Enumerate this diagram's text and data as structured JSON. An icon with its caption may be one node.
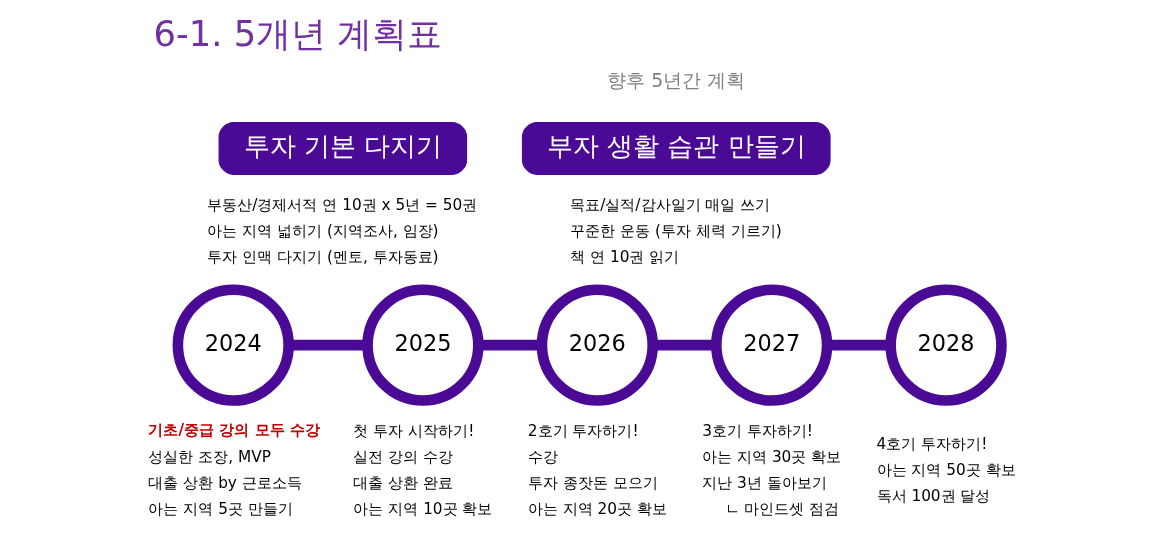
{
  "diagram": {
    "title": "6-1. 5개년 계획표",
    "nodes": [
      {
        "text": [
          "투자 기본 다지기"
        ],
        "beside": [
          "부동산/경제서적 연 10권 x 5년 = 50권",
          "아는 지역 넓히기 (지역조사, 임장)",
          "투자 인맥 다지기 (멘토, 투자동료)"
        ]
      },
      {
        "text": [
          "부자 생활 습관 만들기"
        ],
        "beside": [
          "목표/실적/감사일기 매일 쓰기",
          "꾸준한 운동 (투자 체력 기르기)",
          "책 연 10권 읽기"
        ]
      },
      {
        "text": [
          "2024"
        ],
        "beside": [
          "기초/중급 강의 모두 수강",
          "성실한 조장, MVP",
          "대출 상환 by 근로소득",
          "아는 지역 5곳 만들기"
        ]
      },
      {
        "text": [
          "2025"
        ],
        "beside": [
          "첫 투자 시작하기!",
          "실전 강의 수강",
          "대출 상환 완료",
          "아는 지역 10곳 확보"
        ]
      },
      {
        "text": [
          "2026"
        ],
        "beside": [
          "2호기 투자하기!",
          "수강",
          "투자 종잣돈 모으기",
          "아는 지역 20곳 확보"
        ]
      },
      {
        "text": [
          "2027"
        ],
        "beside": [
          "3호기 투자하기!",
          "아는 지역 30곳 확보",
          "지난 3년 돌아보기",
          "ㄴ 마인드셋 점검"
        ]
      },
      {
        "text": [
          "2028"
        ],
        "beside": [
          "4호기 투자하기!",
          "아는 지역 50곳 확보",
          "독서 100권 달성"
        ]
      }
    ],
    "edges": [
      {
        "from": 2,
        "to": 3,
        "arrow": "none"
      },
      {
        "from": 3,
        "to": 4,
        "arrow": "none"
      },
      {
        "from": 4,
        "to": 5,
        "arrow": "none"
      },
      {
        "from": 5,
        "to": 6,
        "arrow": "none"
      }
    ],
    "labels": [
      "향후 5년간 계획"
    ]
  }
}
